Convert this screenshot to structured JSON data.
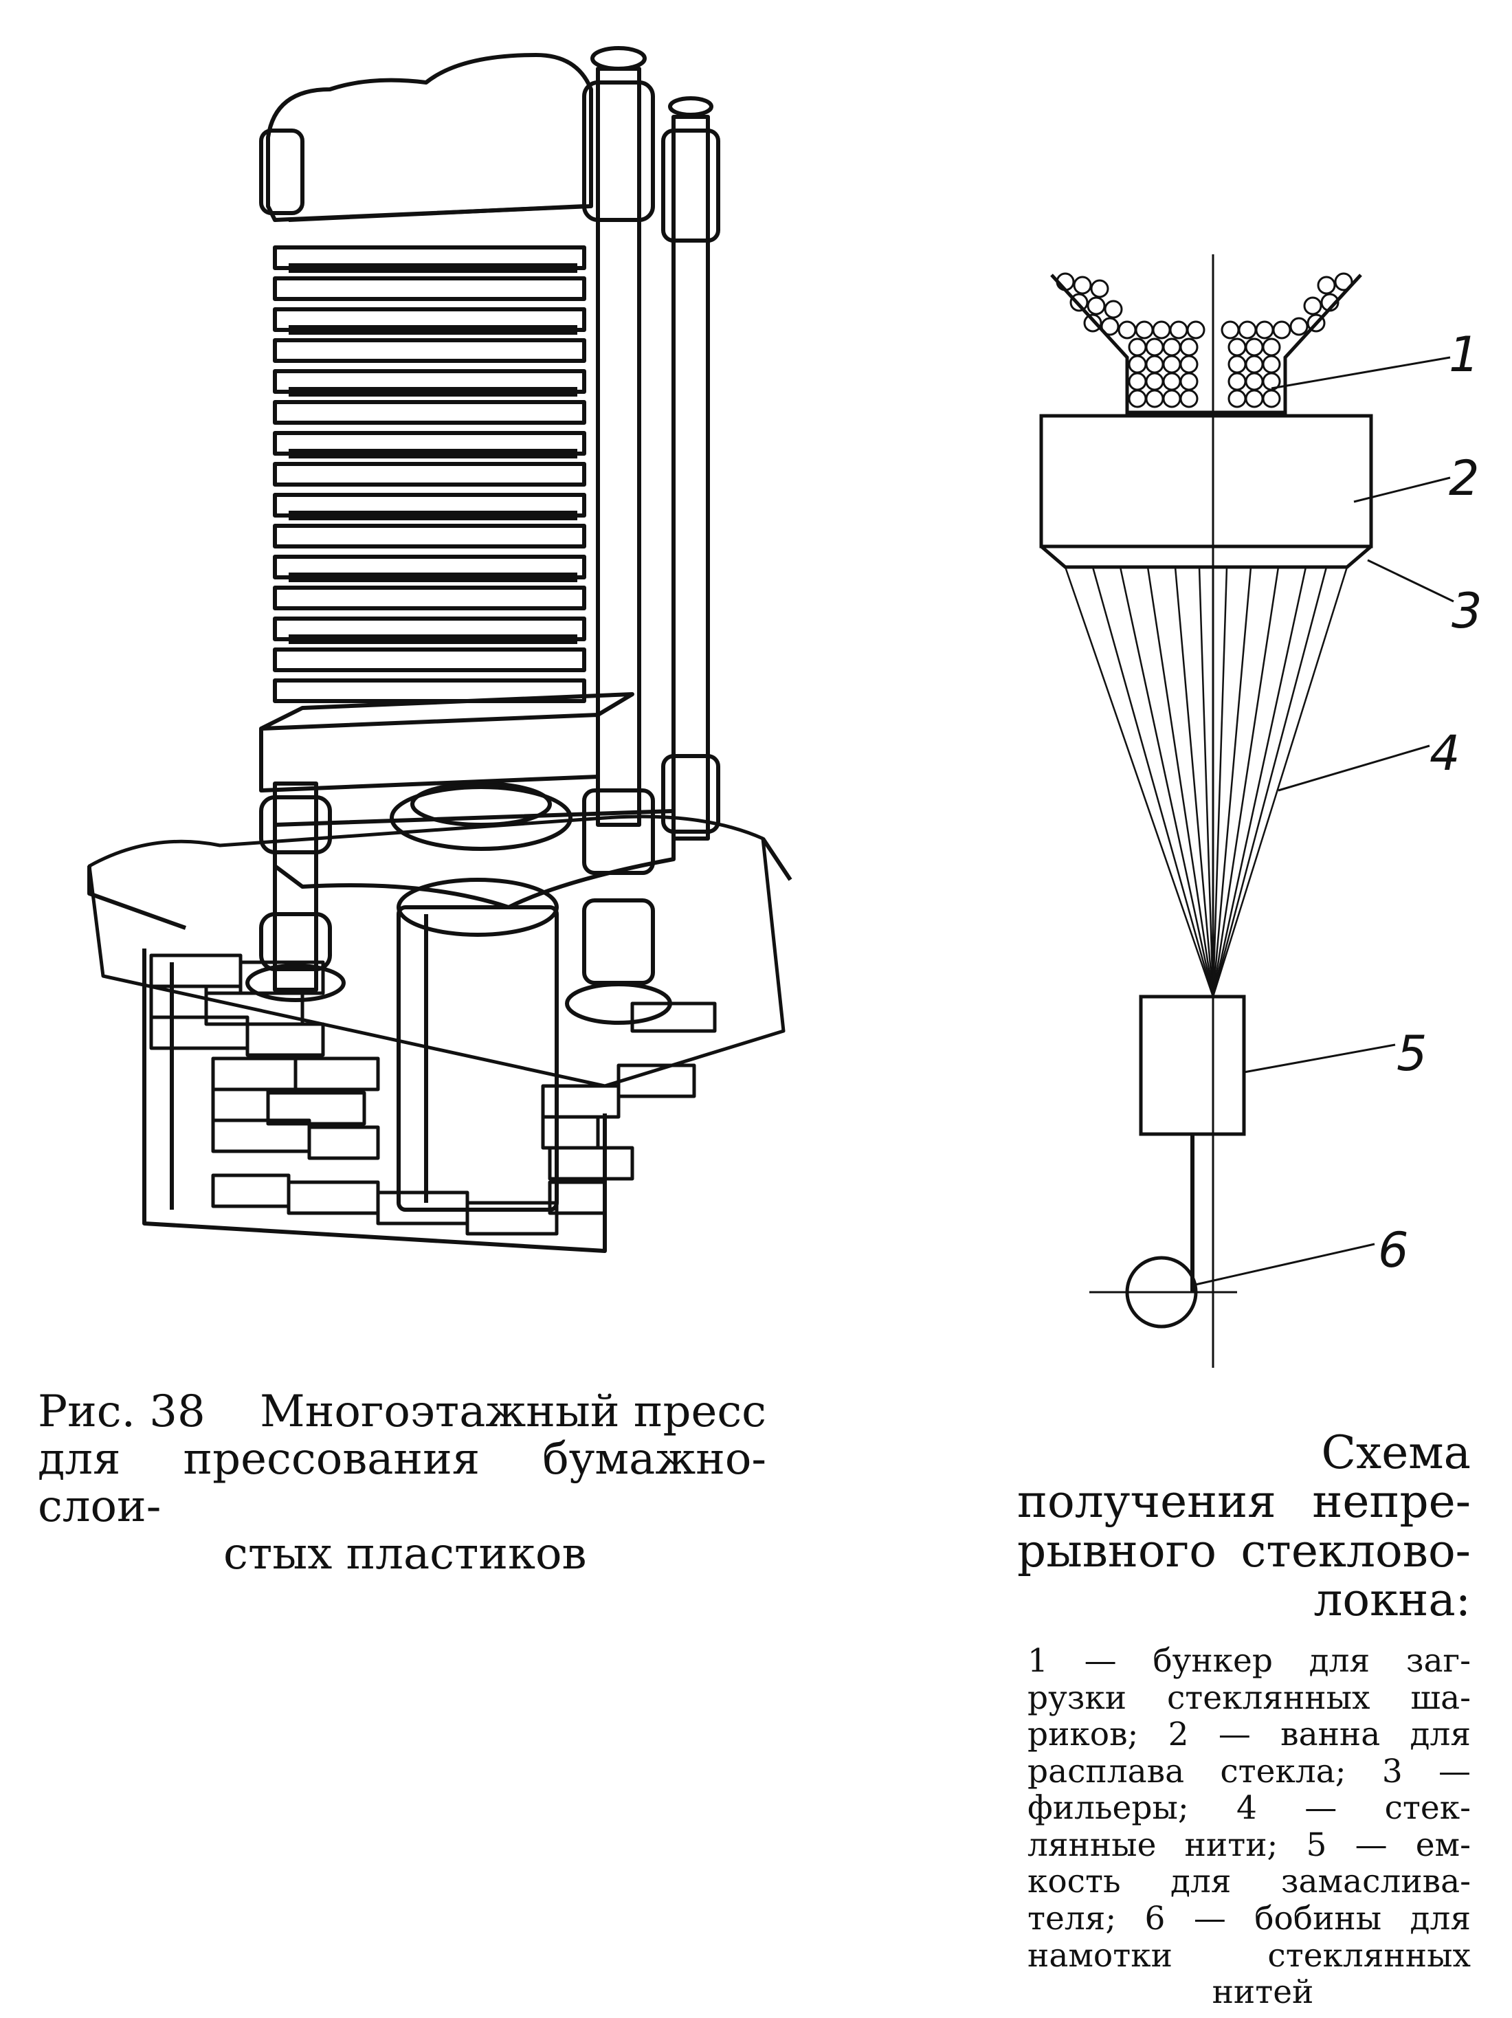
{
  "figure_left": {
    "caption_label": "Рис. 38",
    "caption_line1": "Многоэтажный пресс",
    "caption_line2": "для прессования бумажно-слои-",
    "caption_line3": "стых пластиков"
  },
  "figure_right": {
    "title_lines": [
      "Схема",
      "получения непре-",
      "рывного стеклово-",
      "локна:"
    ],
    "callouts": [
      "1",
      "2",
      "3",
      "4",
      "5",
      "6"
    ],
    "legend_lines": [
      "1 — бункер для заг-",
      "рузки стеклянных ша-",
      "риков; 2 — ванна для",
      "расплава стекла; 3 —",
      "фильеры; 4 — стек-",
      "лянные нити; 5 — ем-",
      "кость для замаслива-",
      "теля; 6 — бобины для",
      "намотки стеклянных",
      "нитей"
    ]
  }
}
